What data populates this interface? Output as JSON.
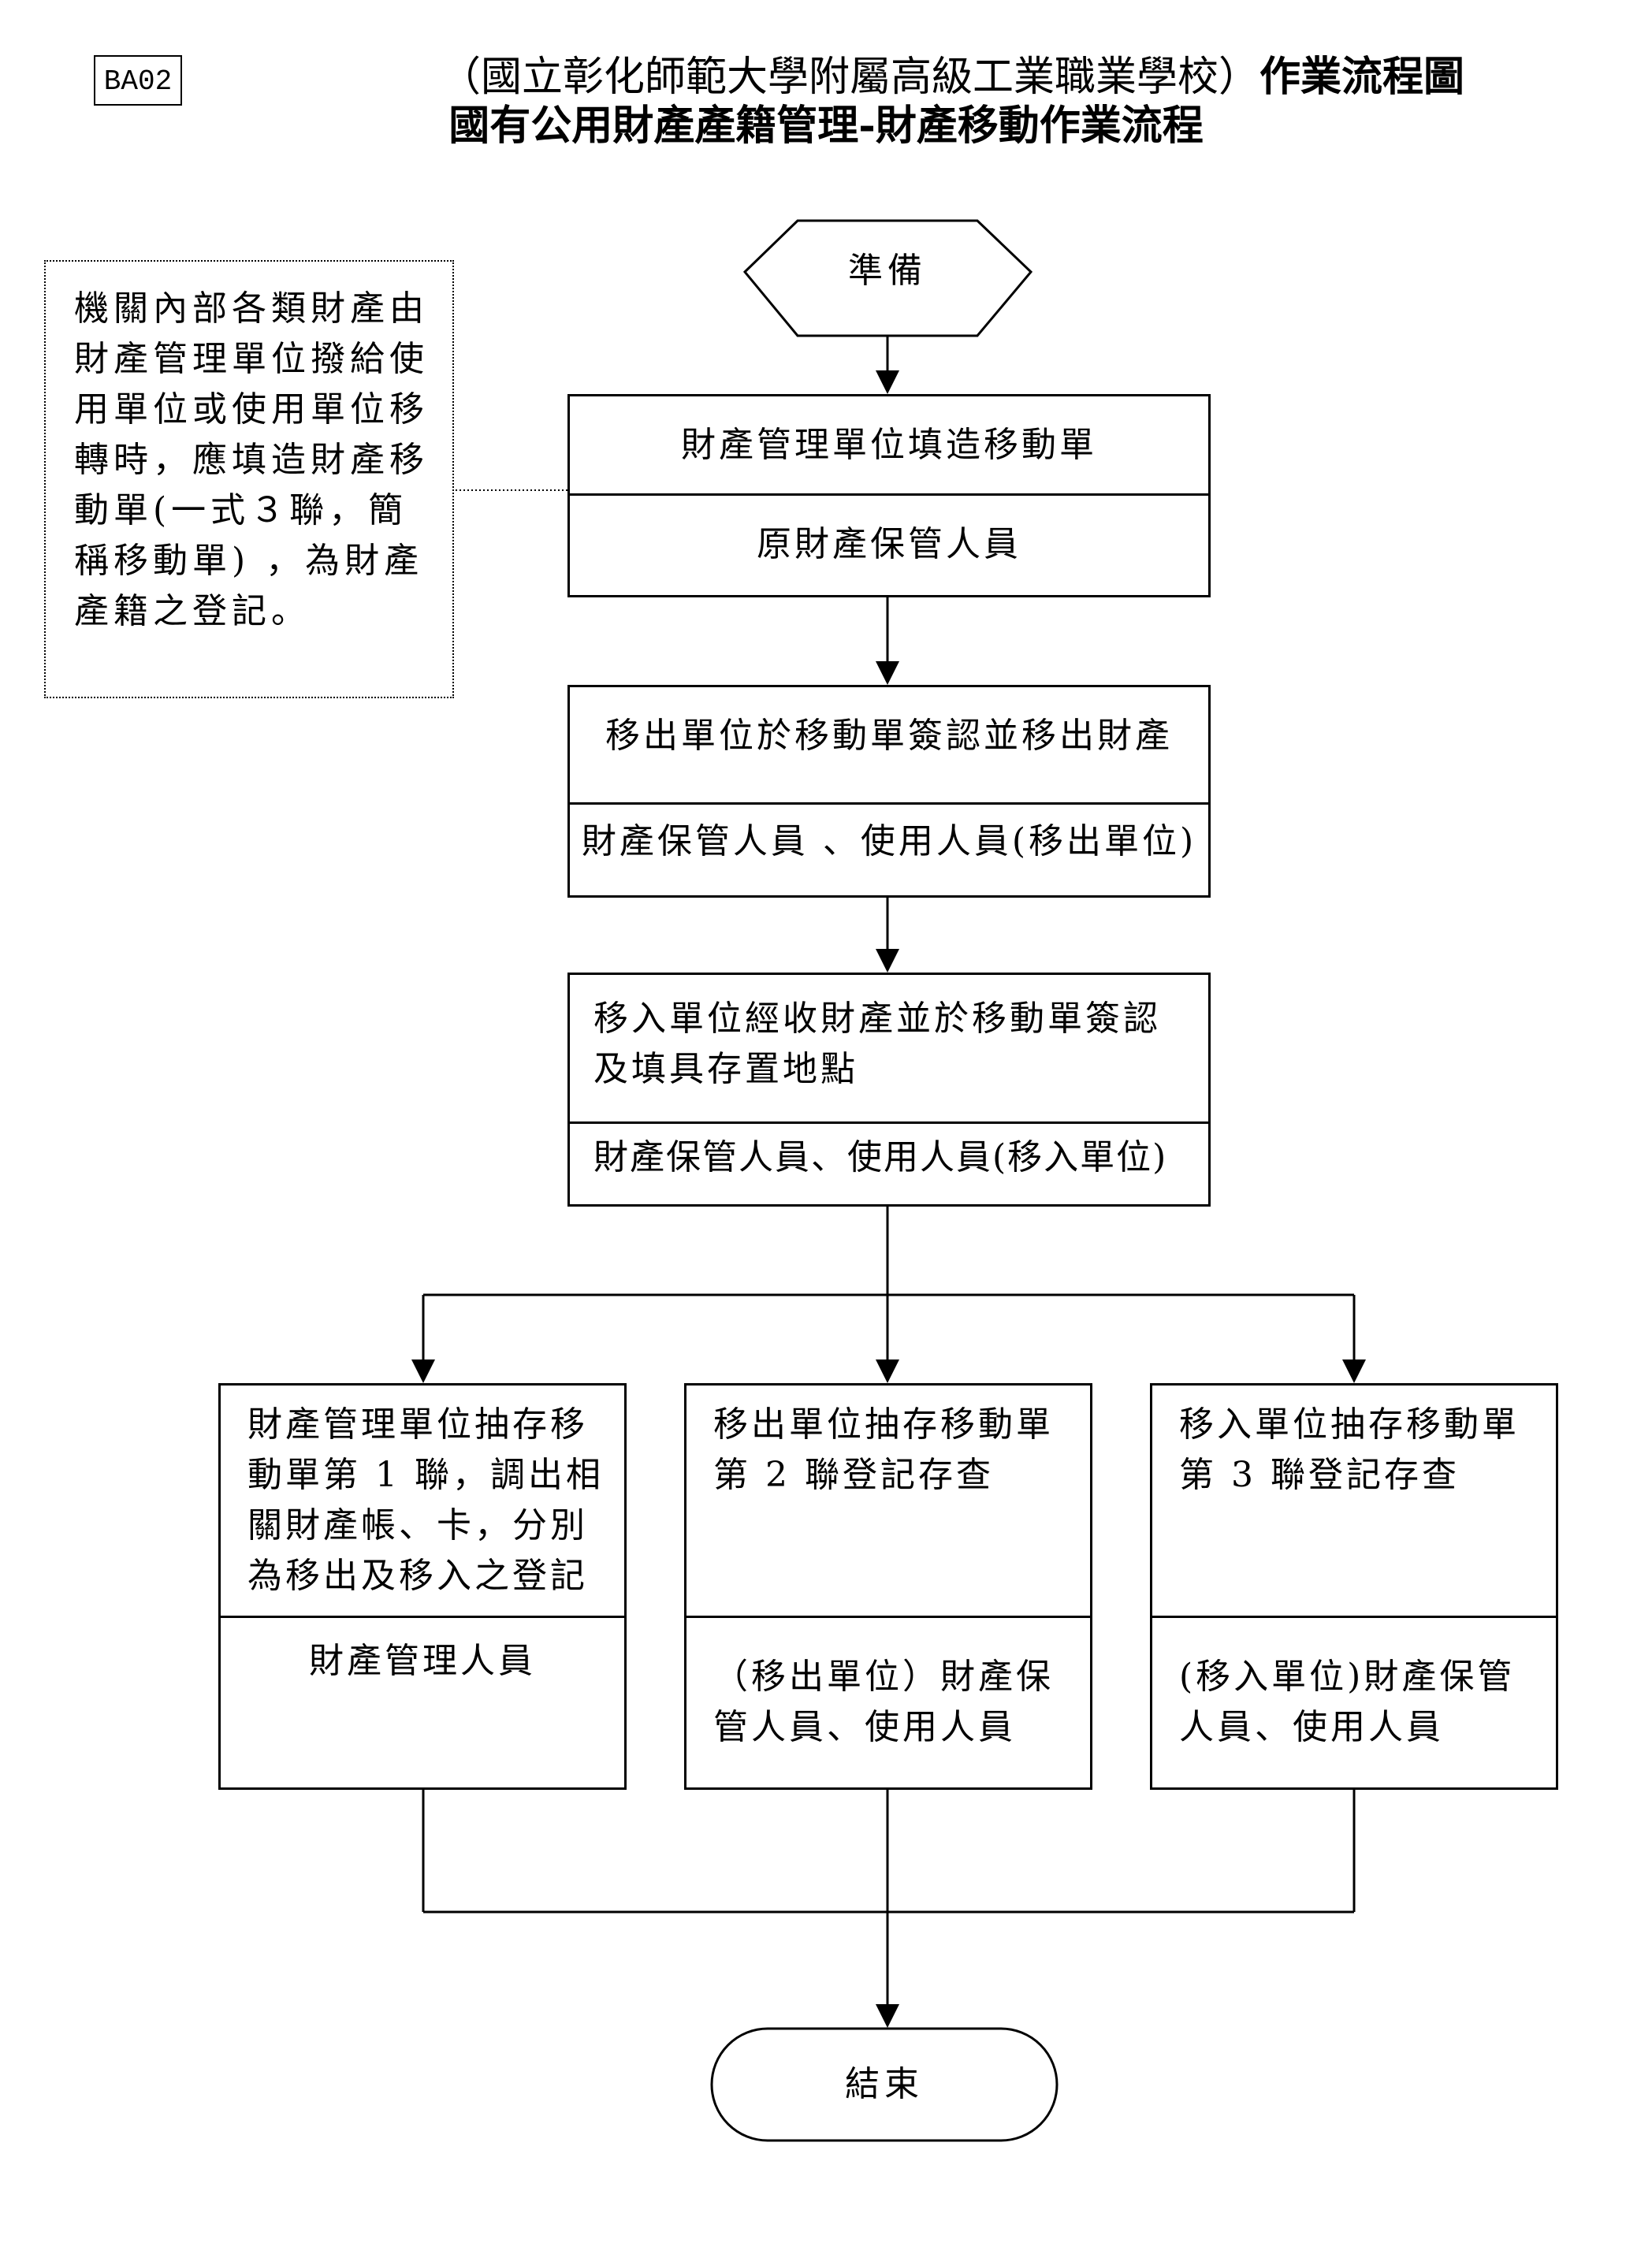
{
  "header": {
    "code": "BA02",
    "title_line1_plain": "（國立彰化師範大學附屬高級工業職業學校）",
    "title_line1_bold": "作業流程圖",
    "title_line2": "國有公用財產產籍管理-財產移動作業流程"
  },
  "note": {
    "text": "機關內部各類財產由財產管理單位撥給使用單位或使用單位移轉時，應填造財產移動單(一式３聯，簡稱移動單) ，為財產產籍之登記。"
  },
  "flow": {
    "start": "準備",
    "step1": {
      "task": "財產管理單位填造移動單",
      "role": "原財產保管人員"
    },
    "step2": {
      "task": "移出單位於移動單簽認並移出財產",
      "role": "財產保管人員 、使用人員(移出單位)"
    },
    "step3": {
      "task": "移入單位經收財產並於移動單簽認及填具存置地點",
      "role": "財產保管人員、使用人員(移入單位)"
    },
    "branch_left": {
      "task": "財產管理單位抽存移動單第 1 聯，調出相關財產帳、卡，分別為移出及移入之登記",
      "role": "財產管理人員"
    },
    "branch_middle": {
      "task": "移出單位抽存移動單第 2 聯登記存查",
      "role": "（移出單位）財產保管人員、使用人員"
    },
    "branch_right": {
      "task": "移入單位抽存移動單第 3 聯登記存查",
      "role": "(移入單位)財產保管人員、使用人員"
    },
    "end": "結束"
  }
}
